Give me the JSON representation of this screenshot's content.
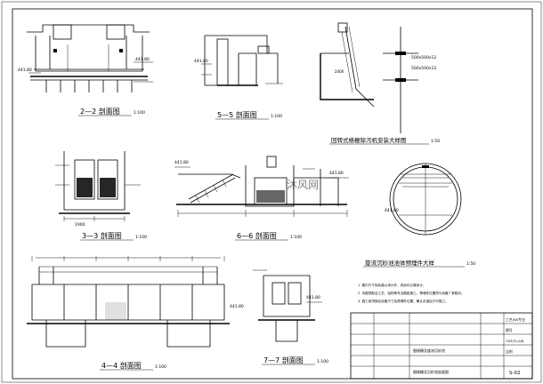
{
  "section_titles": {
    "s22": "2—2 剖面图",
    "s55": "5—5 剖面图",
    "s33": "3—3 剖面图",
    "s66": "6—6 剖面图",
    "s44": "4—4 剖面图",
    "s77": "7—7 剖面图",
    "grate_detail": "回转式格栅除污机安装大样图",
    "grit_detail": "旋流沉砂池池体预埋件大样"
  },
  "scales": {
    "s22": "1:100",
    "s55": "1:100",
    "s33": "1:100",
    "s66": "1:100",
    "s44": "1:100",
    "s77": "1:100",
    "grate_detail": "1:50",
    "grit_detail": "1:50"
  },
  "elevations": [
    "441.80",
    "441.80",
    "441.80",
    "441.80",
    "441.80",
    "441.80",
    "441.80",
    "441.80"
  ],
  "dims": [
    "500x500x12",
    "500x500x12",
    "2400",
    "1900"
  ],
  "notes": {
    "lines": [
      "1. 图中尺寸除标高以米计外，其余均以毫米计。",
      "2. 本图须配合工艺、结构等专业图纸施工，预埋件位置须与设备厂家核对。",
      "3. 施工前须核实设备尺寸及预埋件位置，确认无误后方可施工。"
    ]
  },
  "title_block": {
    "drawing_name": "细格栅及旋流沉砂池",
    "sub_name": "细格栅及沉砂池剖面图",
    "codes": [
      "工艺(W)专业",
      "图号",
      "CS3(Y)-0/8",
      "比例",
      "S-02"
    ],
    "sheet_no": "S-02"
  },
  "watermark": "沐风网"
}
